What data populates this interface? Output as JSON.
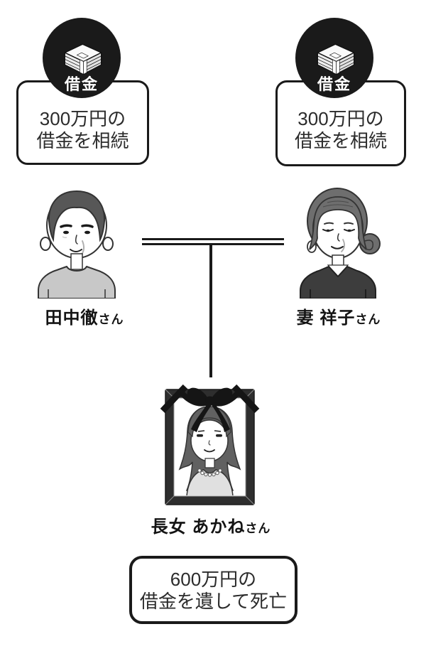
{
  "debt_badge": {
    "label": "借金",
    "icon": "money-stack-icon"
  },
  "inheritance_left": {
    "line1": "300万円の",
    "line2": "借金を相続"
  },
  "inheritance_right": {
    "line1": "300万円の",
    "line2": "借金を相続"
  },
  "people": {
    "father": {
      "label": "田中徹",
      "honorific": "さん"
    },
    "mother": {
      "label": "妻 祥子",
      "honorific": "さん"
    },
    "daughter": {
      "label": "長女 あかね",
      "honorific": "さん"
    }
  },
  "death_note": {
    "line1": "600万円の",
    "line2": "借金を遺して死亡"
  },
  "colors": {
    "ink": "#1a1a1a",
    "badge_background": "#1a1a1a",
    "badge_text": "#ffffff",
    "father_hair": "#575757",
    "father_sweater": "#c8c8c8",
    "mother_hair": "#6e6e6e",
    "mother_top": "#3d3d3d",
    "daughter_hair": "#616161",
    "daughter_top": "#e0e0e0",
    "photo_frame": "#2e2e2e",
    "ribbon": "#151515",
    "background": "#ffffff"
  }
}
